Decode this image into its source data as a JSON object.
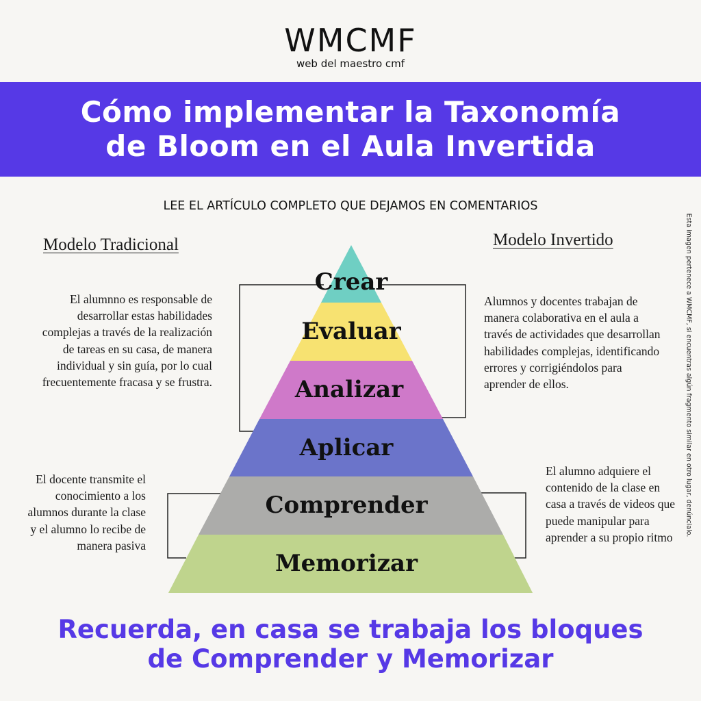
{
  "logo": {
    "mark": "WMCMF",
    "subtitle": "web del maestro cmf"
  },
  "banner": {
    "line1": "Cómo implementar la Taxonomía",
    "line2": "de Bloom en el Aula Invertida",
    "color": "#5639e6"
  },
  "cta": "LEE EL ARTÍCULO COMPLETO QUE DEJAMOS EN COMENTARIOS",
  "traditional": {
    "heading": "Modelo Tradicional",
    "upper_text": "El alumnno es responsable de desarrollar estas habilidades complejas a través de la realización de tareas en su casa, de manera individual y sin guía, por lo cual frecuentemente fracasa y se frustra.",
    "lower_text": "El docente transmite el conocimiento a los alumnos durante la clase y el alumno lo recibe de manera pasiva"
  },
  "inverted": {
    "heading": "Modelo Invertido",
    "upper_text": "Alumnos y docentes trabajan de manera colaborativa en el aula a través de actividades que desarrollan habilidades complejas, identificando errores y corrigiéndolos para aprender de ellos.",
    "lower_text": "El alumno adquiere el contenido de la clase en casa a través de videos que puede manipular para aprender a su propio ritmo"
  },
  "pyramid": {
    "levels": [
      {
        "label": "Crear",
        "color": "#6fcfc3"
      },
      {
        "label": "Evaluar",
        "color": "#f7e271"
      },
      {
        "label": "Analizar",
        "color": "#cf79c9"
      },
      {
        "label": "Aplicar",
        "color": "#6b74ca"
      },
      {
        "label": "Comprender",
        "color": "#acacaa"
      },
      {
        "label": "Memorizar",
        "color": "#bfd48d"
      }
    ]
  },
  "side_note": "Esta imagen pertenece a WMCMF, si encuentras algún fragmento similar en otro lugar, denúncialo.",
  "footer": {
    "line1": "Recuerda, en casa se trabaja los bloques",
    "line2": "de Comprender y Memorizar",
    "color": "#5639e6"
  }
}
